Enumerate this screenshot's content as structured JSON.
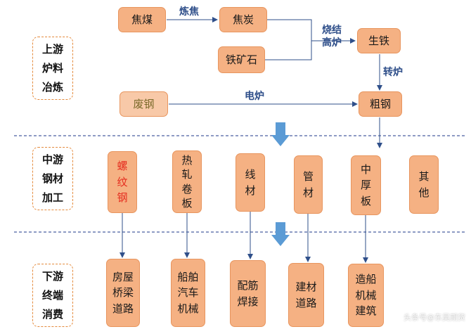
{
  "stages": {
    "upstream": "上游\n炉料\n冶炼",
    "midstream": "中游\n钢材\n加工",
    "downstream": "下游\n终端\n消费"
  },
  "upstream_nodes": {
    "coking_coal": "焦煤",
    "coke": "焦炭",
    "iron_ore": "铁矿石",
    "pig_iron": "生铁",
    "scrap_steel": "废钢",
    "crude_steel": "粗钢"
  },
  "edge_labels": {
    "coking": "炼焦",
    "sinter_blast": "烧结\n高炉",
    "converter": "转炉",
    "electric_furnace": "电炉"
  },
  "midstream_nodes": {
    "rebar": "螺\n纹\n钢",
    "hot_rolled": "热\n轧\n卷\n板",
    "wire": "线\n材",
    "pipe": "管\n材",
    "plate": "中\n厚\n板",
    "other": "其\n他"
  },
  "downstream_nodes": {
    "rebar_use": "房屋\n桥梁\n道路",
    "hot_rolled_use": "船舶\n汽车\n机械",
    "wire_use": "配筋\n焊接",
    "pipe_use": "建材\n道路",
    "plate_use": "造船\n机械\n建筑"
  },
  "watermark": "头条号@东吴期货",
  "colors": {
    "node_fill": "#f5b183",
    "arrow": "#2f4f8a",
    "divider": "#4a5fa0",
    "big_arrow": "#5b9bd5",
    "stage_border": "#e48a3c",
    "rebar_text": "#e52c1e"
  }
}
